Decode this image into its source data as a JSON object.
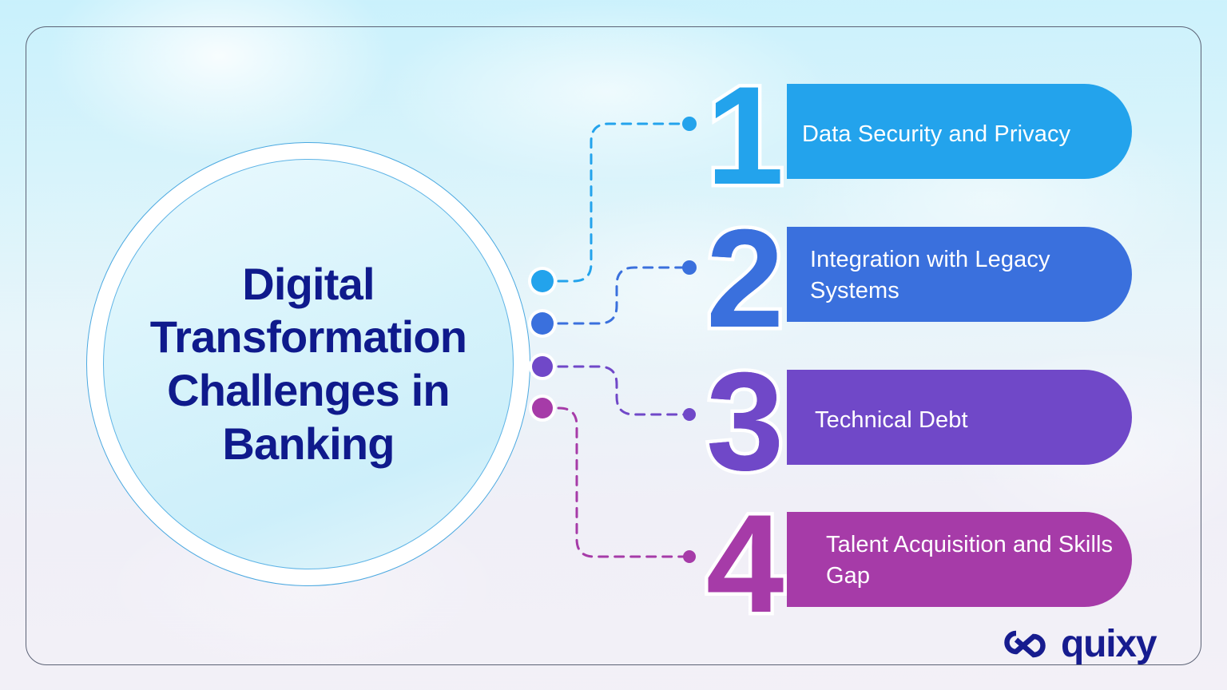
{
  "page": {
    "background_top_color": "#c9f1fc",
    "background_bottom_color": "#f3f0f7",
    "frame_color": "#5b6275"
  },
  "hero": {
    "title": "Digital Transformation Challenges in Banking",
    "title_color": "#0f1a8c",
    "ring_color": "#4aa8e0"
  },
  "items": [
    {
      "number": "1",
      "label": "Data Security and Privacy",
      "color": "#23a3ec",
      "dot_color": "#23a3ec"
    },
    {
      "number": "2",
      "label": "Integration with Legacy Systems",
      "color": "#3a70dd",
      "dot_color": "#3a70dd"
    },
    {
      "number": "3",
      "label": "Technical Debt",
      "color": "#7048c8",
      "dot_color": "#7048c8"
    },
    {
      "number": "4",
      "label": "Talent Acquisition and Skills Gap",
      "color": "#a63ba8",
      "dot_color": "#a63ba8"
    }
  ],
  "brand": {
    "name": "quixy",
    "logo_icon": "quixy-knot-icon",
    "color": "#171c8f"
  }
}
